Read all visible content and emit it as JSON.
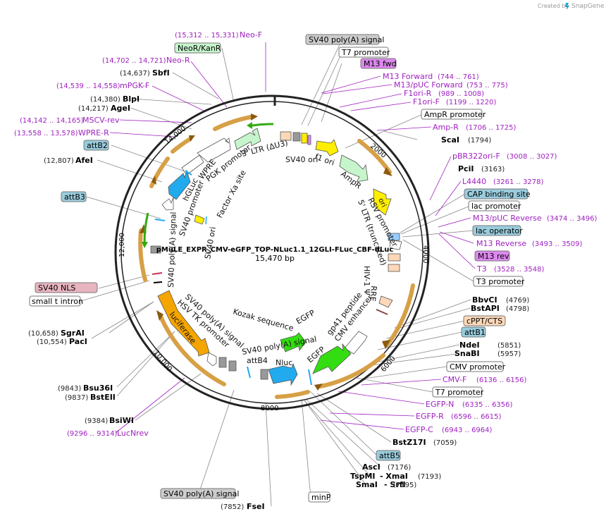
{
  "header": {
    "created_by": "Created by",
    "brand": "SnapGene"
  },
  "plasmid": {
    "name": "pMuLE_EXPR_CMV-eGFP_TOP-NLuc1.1_12GLI-FLuc_CBF-dLuc",
    "size": "15,470 bp"
  },
  "ticks": [
    "2000",
    "4000",
    "6000",
    "8000",
    "10,000",
    "12,000",
    "14,000"
  ],
  "feature_labels": {
    "ltr3": "3' LTR (ΔU3)",
    "pgk": "PGK promoter",
    "wpre": "WPRE",
    "hgluc": "hGLuc",
    "sv40_promoter": "SV40 promoter",
    "factor_xa": "Factor Xa site",
    "sv40_polya_inner_left": "SV40 poly(A) signal",
    "sv40_ori_left": "SV40 ori",
    "sv40_ori": "SV40 ori",
    "f1_ori": "f1 ori",
    "ampr": "AmpR",
    "ori": "ori",
    "rsv": "RSV promoter",
    "ltr5": "5' LTR (truncated)",
    "hiv": "HIV-1 Ψ",
    "rre": "RRE",
    "gp41": "gp41 peptide",
    "cmv_enh": "CMV enhancer",
    "egfp_right": "EGFP",
    "egfp": "EGFP",
    "kozak": "Kozak sequence",
    "sv40_polya_bottom": "SV40 poly(A) signal",
    "nluc": "Nluc",
    "attb4": "attB4",
    "sv40_polya_left": "SV40 poly(A) signal",
    "hsv_tk": "HSV TK promoter",
    "luciferase": "luciferase"
  },
  "boxed_labels": {
    "sv40_polya_top": "SV40 poly(A) signal",
    "t7_top": "T7 promoter",
    "m13_fwd": "M13 fwd",
    "neor": "NeoR/KanR",
    "ampr_promoter": "AmpR promoter",
    "attb2": "attB2",
    "attb3": "attB3",
    "cap": "CAP binding site",
    "lac_promoter": "lac promoter",
    "lac_operator": "lac operator",
    "m13_rev": "M13 rev",
    "t3_promoter": "T3 promoter",
    "cppt": "cPPT/CTS",
    "attb1": "attB1",
    "cmv_promoter": "CMV promoter",
    "t7_bottom": "T7 promoter",
    "attb5": "attB5",
    "sv40_nls": "SV40 NLS",
    "small_t": "small t intron",
    "sv40_polya_bottom": "SV40 poly(A) signal",
    "minp": "minP"
  },
  "enzymes": {
    "scai": {
      "name": "ScaI",
      "pos": "(1794)"
    },
    "pcii": {
      "name": "PciI",
      "pos": "(3163)"
    },
    "bbvci": {
      "name": "BbvCI",
      "pos": "(4769)"
    },
    "bstapi": {
      "name": "BstAPI",
      "pos": "(4798)"
    },
    "ndei": {
      "name": "NdeI",
      "pos": "(5851)"
    },
    "snabi": {
      "name": "SnaBI",
      "pos": "(5957)"
    },
    "bstz17i": {
      "name": "BstZ17I",
      "pos": "(7059)"
    },
    "asci": {
      "name": "AscI",
      "pos": "(7176)"
    },
    "tspmi": {
      "name": "TspMI",
      "name2": "- XmaI",
      "pos": "(7193)"
    },
    "smai": {
      "name": "SmaI",
      "name2": "- SrfI",
      "pos": "(7195)"
    },
    "fsei": {
      "name": "FseI",
      "pos": "(7852)"
    },
    "sbfi": {
      "name": "SbfI",
      "pos": "(14,637)"
    },
    "blpi": {
      "name": "BlpI",
      "pos": "(14,380)"
    },
    "agei": {
      "name": "AgeI",
      "pos": "(14,217)"
    },
    "afei": {
      "name": "AfeI",
      "pos": "(12,807)"
    },
    "sgrai": {
      "name": "SgrAI",
      "pos": "(10,658)"
    },
    "paci": {
      "name": "PacI",
      "pos": "(10,554)"
    },
    "bsu36i": {
      "name": "Bsu36I",
      "pos": "(9843)"
    },
    "bsteii": {
      "name": "BstEII",
      "pos": "(9837)"
    },
    "bsiwi": {
      "name": "BsiWI",
      "pos": "(9384)"
    }
  },
  "primers": {
    "neo_f": {
      "name": "Neo-F",
      "range": "(15,312 .. 15,331)"
    },
    "neo_r": {
      "name": "Neo-R",
      "range": "(14,702 .. 14,721)"
    },
    "mpgk_f": {
      "name": "mPGK-F",
      "range": "(14,539 .. 14,558)"
    },
    "mscv_rev": {
      "name": "MSCV-rev",
      "range": "(14,142 .. 14,165)"
    },
    "wpre_r": {
      "name": "WPRE-R",
      "range": "(13,558 .. 13,578)"
    },
    "m13_forward": {
      "name": "M13 Forward",
      "range": "(744 .. 761)"
    },
    "m13_puc_forward": {
      "name": "M13/pUC Forward",
      "range": "(753 .. 775)"
    },
    "f1ori_r": {
      "name": "F1ori-R",
      "range": "(989 .. 1008)"
    },
    "f1ori_f": {
      "name": "F1ori-F",
      "range": "(1199 .. 1220)"
    },
    "amp_r": {
      "name": "Amp-R",
      "range": "(1706 .. 1725)"
    },
    "pbr322ori_f": {
      "name": "pBR322ori-F",
      "range": "(3008 .. 3027)"
    },
    "l4440": {
      "name": "L4440",
      "range": "(3261 .. 3278)"
    },
    "m13_puc_reverse": {
      "name": "M13/pUC Reverse",
      "range": "(3474 .. 3496)"
    },
    "m13_reverse": {
      "name": "M13 Reverse",
      "range": "(3493 .. 3509)"
    },
    "t3": {
      "name": "T3",
      "range": "(3528 .. 3548)"
    },
    "cmv_f": {
      "name": "CMV-F",
      "range": "(6136 .. 6156)"
    },
    "egfp_n": {
      "name": "EGFP-N",
      "range": "(6335 .. 6356)"
    },
    "egfp_r": {
      "name": "EGFP-R",
      "range": "(6596 .. 6615)"
    },
    "egfp_c": {
      "name": "EGFP-C",
      "range": "(6943 .. 6964)"
    },
    "lucnrev": {
      "name": "LucNrev",
      "range": "(9296 .. 9314)"
    }
  },
  "colors": {
    "backbone": "#222222",
    "primer": "#a020c0",
    "orange_arc": "#d7a046",
    "gene_green": "#c6f5cc",
    "bright_green": "#33dd11",
    "yellow": "#ffee00",
    "blue": "#22aaee",
    "orange_fill": "#f5a500",
    "peach": "#fcd8b8",
    "grey": "#888888",
    "purple": "#dd88ee"
  }
}
